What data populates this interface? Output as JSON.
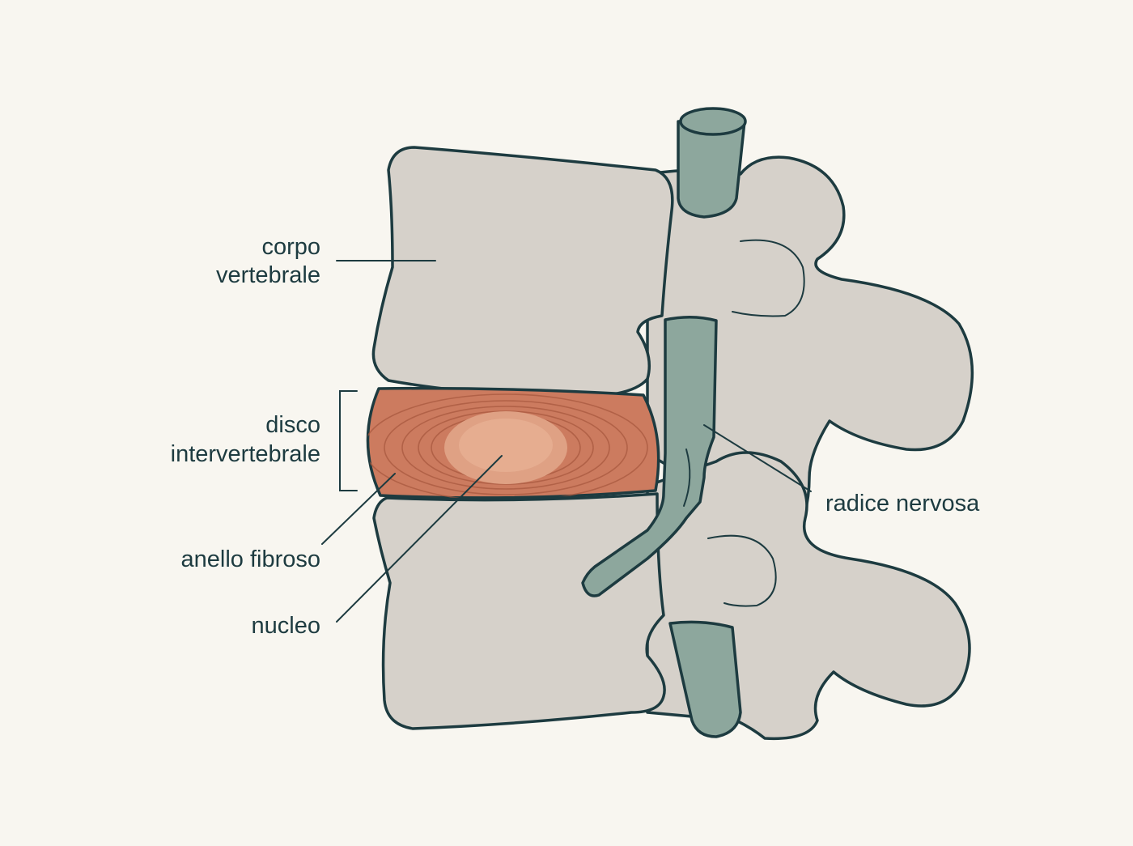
{
  "labels": {
    "corpo_line1": "corpo",
    "corpo_line2": "vertebrale",
    "disco_line1": "disco",
    "disco_line2": "intervertebrale",
    "anello": "anello fibroso",
    "nucleo": "nucleo",
    "radice": "radice nervosa"
  },
  "colors": {
    "background": "#f8f6f0",
    "bone": "#d6d1ca",
    "outline": "#1d3b40",
    "disc": "#cc7b5f",
    "nucleus": "#dfa184",
    "nerve": "#8da79d"
  }
}
